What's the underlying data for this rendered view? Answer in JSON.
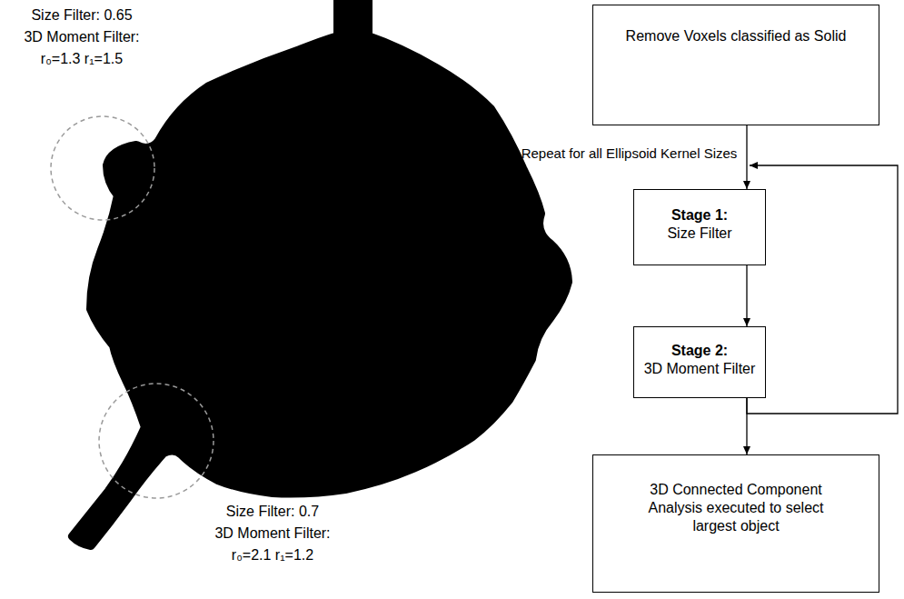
{
  "diagram": {
    "nodes": [
      {
        "text": [
          "Remove Voxels classified as Solid"
        ]
      },
      {
        "text": [
          "Stage 1:",
          "Size Filter"
        ]
      },
      {
        "text": [
          "Stage 2:",
          "3D Moment Filter"
        ]
      },
      {
        "text": [
          "3D Connected Component Analysis executed to select largest object"
        ]
      }
    ],
    "edges": [
      {
        "from": 0,
        "to": 1,
        "arrow": "to"
      },
      {
        "from": 1,
        "to": 2,
        "arrow": "to"
      },
      {
        "from": 2,
        "to": 3,
        "arrow": "to"
      },
      {
        "from": 2,
        "to": 1,
        "arrow": "to"
      }
    ],
    "labels": [
      "Size Filter: 0.65",
      "3D Moment Filter:",
      "r₀=1.3 r₁=1.5",
      "Size Filter: 0.7",
      "3D Moment Filter:",
      "r₀=2.1 r₁=1.2",
      "Repeat for all Ellipsoid Kernel Sizes"
    ]
  }
}
